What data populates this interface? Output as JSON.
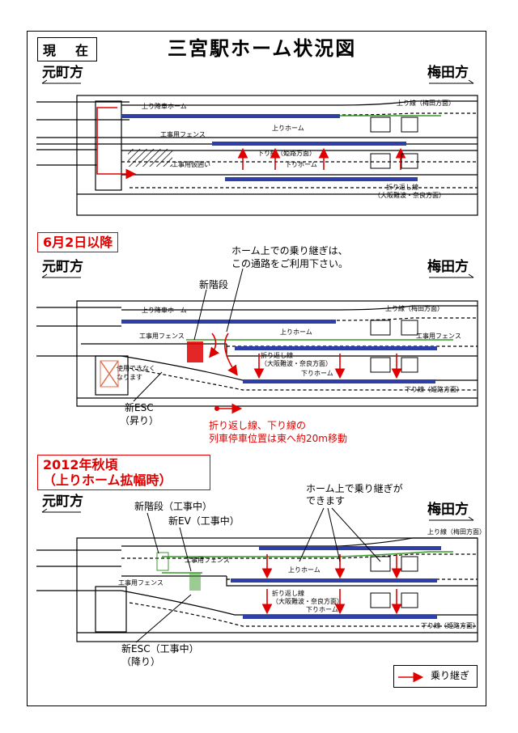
{
  "title": "三宮駅ホーム状況図",
  "colors": {
    "platform_blue": "#2f3fa8",
    "transfer_red": "#e00000",
    "fence_green": "#3a9a2a"
  },
  "section1": {
    "header": "現　在",
    "left_dir": "元町方",
    "right_dir": "梅田方",
    "labels": {
      "up_platform_top": "上り降車ホーム",
      "up_line": "上り線（梅田方面）",
      "fence": "工事用フェンス",
      "up_platform": "上りホーム",
      "down_line": "下り線（姫路方面）",
      "temp_enclosure": "工事用仮囲い",
      "down_platform": "下りホーム",
      "turnback_line_1": "折り返し線",
      "turnback_line_2": "（大阪難波・奈良方面）"
    }
  },
  "section2": {
    "header": "6月2日以降",
    "left_dir": "元町方",
    "right_dir": "梅田方",
    "callout_1": "ホーム上での乗り継ぎは、",
    "callout_2": "この通路をご利用下さい。",
    "new_stairs": "新階段",
    "new_esc_1": "新ESC",
    "new_esc_2": "（昇り）",
    "unavailable_1": "使用できなく",
    "unavailable_2": "なります",
    "notice_1": "折り返し線、下り線の",
    "notice_2": "列車停車位置は東へ約20m移動",
    "labels": {
      "up_platform_top": "上り降車ホーム",
      "up_line": "上り線（梅田方面）",
      "fence_left": "工事用フェンス",
      "fence_right": "工事用フェンス",
      "up_platform": "上りホーム",
      "turnback_line_1": "折り返し線",
      "turnback_line_2": "（大阪難波・奈良方面）",
      "down_platform": "下りホーム",
      "down_line": "下り線（姫路方面）"
    }
  },
  "section3": {
    "header_1": "2012年秋頃",
    "header_2": "（上りホーム拡幅時）",
    "left_dir": "元町方",
    "right_dir": "梅田方",
    "callout_1": "ホーム上で乗り継ぎが",
    "callout_2": "できます",
    "new_stairs": "新階段（工事中）",
    "new_ev": "新EV（工事中）",
    "new_esc_1": "新ESC（工事中）",
    "new_esc_2": "（降り）",
    "labels": {
      "up_line": "上り線（梅田方面）",
      "fence_1": "工事用フェンス",
      "fence_2": "工事用フェンス",
      "up_platform": "上りホーム",
      "turnback_line_1": "折り返し線",
      "turnback_line_2": "（大阪難波・奈良方面）",
      "down_platform": "下りホーム",
      "down_line": "下り線（姫路方面）"
    }
  },
  "legend": {
    "label": "乗り継ぎ"
  }
}
